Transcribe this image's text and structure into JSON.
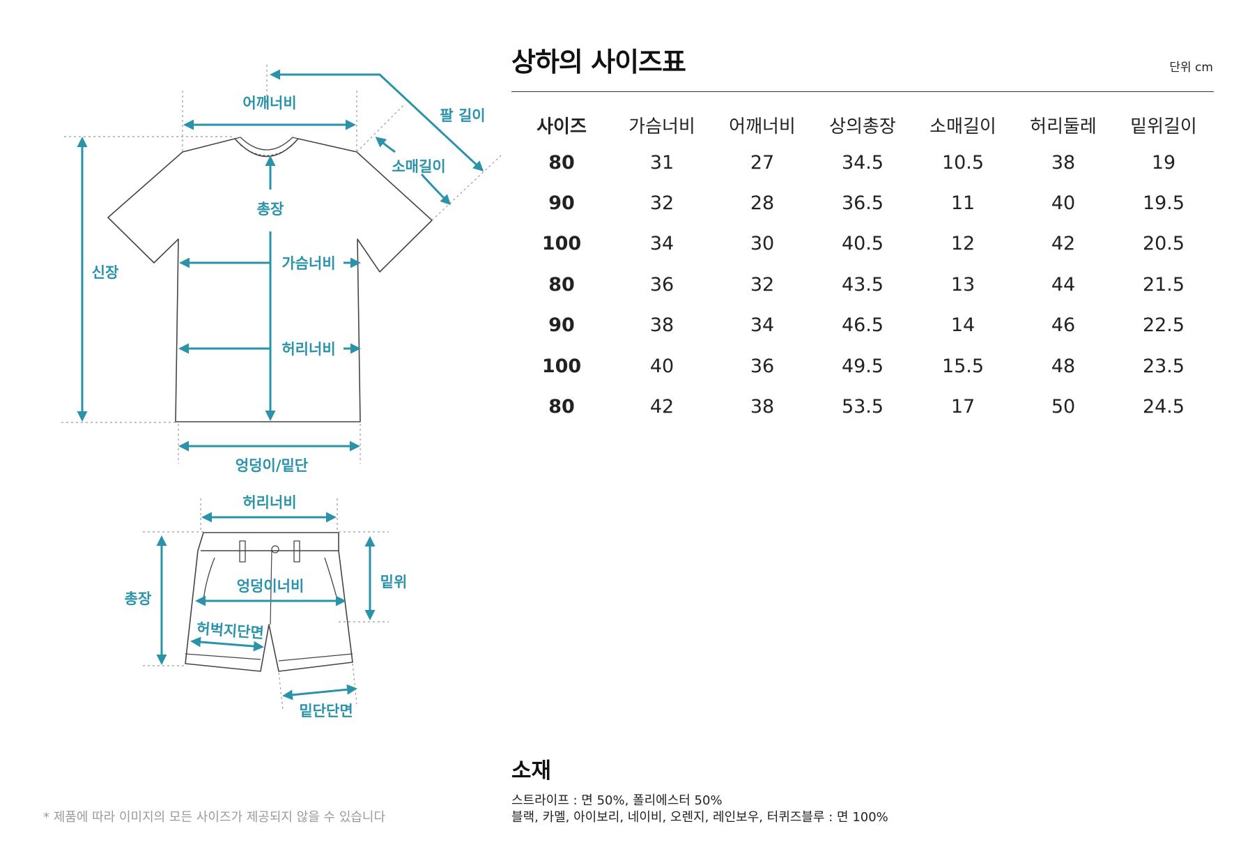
{
  "title": "상하의 사이즈표",
  "unit": "단위 cm",
  "table": {
    "headers": [
      "사이즈",
      "가슴너비",
      "어깨너비",
      "상의총장",
      "소매길이",
      "허리둘레",
      "밑위길이"
    ],
    "rows": [
      [
        "80",
        "31",
        "27",
        "34.5",
        "10.5",
        "38",
        "19"
      ],
      [
        "90",
        "32",
        "28",
        "36.5",
        "11",
        "40",
        "19.5"
      ],
      [
        "100",
        "34",
        "30",
        "40.5",
        "12",
        "42",
        "20.5"
      ],
      [
        "80",
        "36",
        "32",
        "43.5",
        "13",
        "44",
        "21.5"
      ],
      [
        "90",
        "38",
        "34",
        "46.5",
        "14",
        "46",
        "22.5"
      ],
      [
        "100",
        "40",
        "36",
        "49.5",
        "15.5",
        "48",
        "23.5"
      ],
      [
        "80",
        "42",
        "38",
        "53.5",
        "17",
        "50",
        "24.5"
      ]
    ]
  },
  "material": {
    "title": "소재",
    "lines": [
      "스트라이프 : 면 50%, 폴리에스터 50%",
      "블랙, 카멜, 아이보리, 네이비, 오렌지, 레인보우, 터퀴즈블루 : 면 100%"
    ]
  },
  "note": "* 제품에 따라 이미지의 모든 사이즈가 제공되지 않을 수 있습니다",
  "diagram": {
    "shirt": {
      "shoulder": "어깨너비",
      "arm": "팔 길이",
      "sleeve": "소매길이",
      "length": "총장",
      "height": "신장",
      "chest": "가슴너비",
      "waist": "허리너비",
      "hem": "엉덩이/밑단"
    },
    "shorts": {
      "waist": "허리너비",
      "length": "총장",
      "rise": "밑위",
      "hip": "엉덩이너비",
      "thigh": "허벅지단면",
      "hem": "밑단단면"
    }
  },
  "colors": {
    "accent": "#2a93a9",
    "outline": "#444444",
    "guide": "#9a9a9a",
    "note": "#9a9a9a"
  }
}
